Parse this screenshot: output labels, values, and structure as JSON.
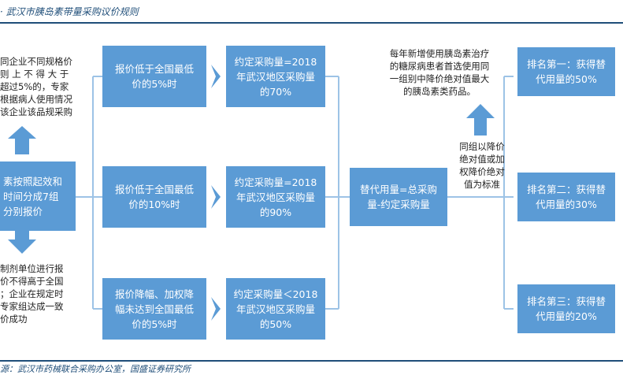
{
  "header": {
    "title": "·  武汉市胰岛素带量采购议价规则"
  },
  "source": {
    "text": "源：武汉市药械联合采购办公室，国盛证券研究所"
  },
  "left": {
    "top_note": [
      "同企业不同规格价",
      "则 上 不 得 大 于",
      "超过5%的，专家",
      "根据病人使用情况",
      "该企业该品规采购"
    ],
    "main_box": [
      "素按照起效和",
      "时间分成7组",
      "分别报价"
    ],
    "bottom_note": [
      "制剂单位进行报",
      "价不得高于全国",
      "；企业在规定时",
      "专家组达成一致",
      "价成功"
    ]
  },
  "conditions": [
    {
      "lines": [
        "报价低于全国最低",
        "价的5%时"
      ]
    },
    {
      "lines": [
        "报价低于全国最低",
        "价的10%时"
      ]
    },
    {
      "lines": [
        "报价降幅、加权降",
        "幅未达到全国最低",
        "价的5%时"
      ]
    }
  ],
  "volumes": [
    {
      "lines": [
        "约定采购量=2018",
        "年武汉地区采购量",
        "的70%"
      ]
    },
    {
      "lines": [
        "约定采购量=2018",
        "年武汉地区采购量",
        "的90%"
      ]
    },
    {
      "lines": [
        "约定采购量＜2018",
        "年武汉地区采购量",
        "的50%"
      ]
    }
  ],
  "substitute": {
    "lines": [
      "替代用量=总采购",
      "量-约定采购量"
    ]
  },
  "priority_note": {
    "lines": [
      "每年新增使用胰岛素治疗",
      "的糖尿病患者首选使用同",
      "一组别中降价绝对值最大",
      "的胰岛素类药品。"
    ]
  },
  "rank_rule": {
    "lines": [
      "同组以降价",
      "绝对值或加",
      "权降价绝对",
      "值为标准"
    ]
  },
  "ranks": [
    {
      "lines": [
        "排名第一：获得替",
        "代用量的50%"
      ]
    },
    {
      "lines": [
        "排名第二：获得替",
        "代用量的30%"
      ]
    },
    {
      "lines": [
        "排名第三：获得替",
        "代用量的20%"
      ]
    }
  ],
  "colors": {
    "box": "#5b9bd5",
    "connector": "#9dc3e6",
    "header": "#1f4e79"
  }
}
